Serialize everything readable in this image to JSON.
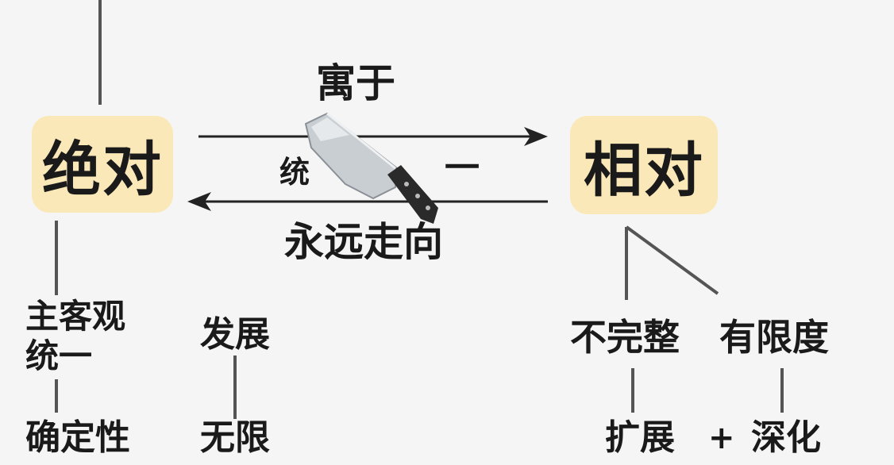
{
  "absolute": {
    "label": "绝对"
  },
  "relative": {
    "label": "相对"
  },
  "arrows": {
    "top_label": "寓于",
    "bottom_label": "永远走向"
  },
  "unity": {
    "left": "统",
    "right": "一"
  },
  "left_branch": {
    "line1": "主客观",
    "line2": "统一",
    "leaf": "确定性"
  },
  "mid_branch": {
    "top": "发展",
    "leaf": "无限"
  },
  "right_branch": {
    "item1": "不完整",
    "item2": "有限度",
    "leaf1": "扩展",
    "plus": "+",
    "leaf2": "深化"
  },
  "icons": {
    "knife": "cleaver-knife-icon"
  }
}
